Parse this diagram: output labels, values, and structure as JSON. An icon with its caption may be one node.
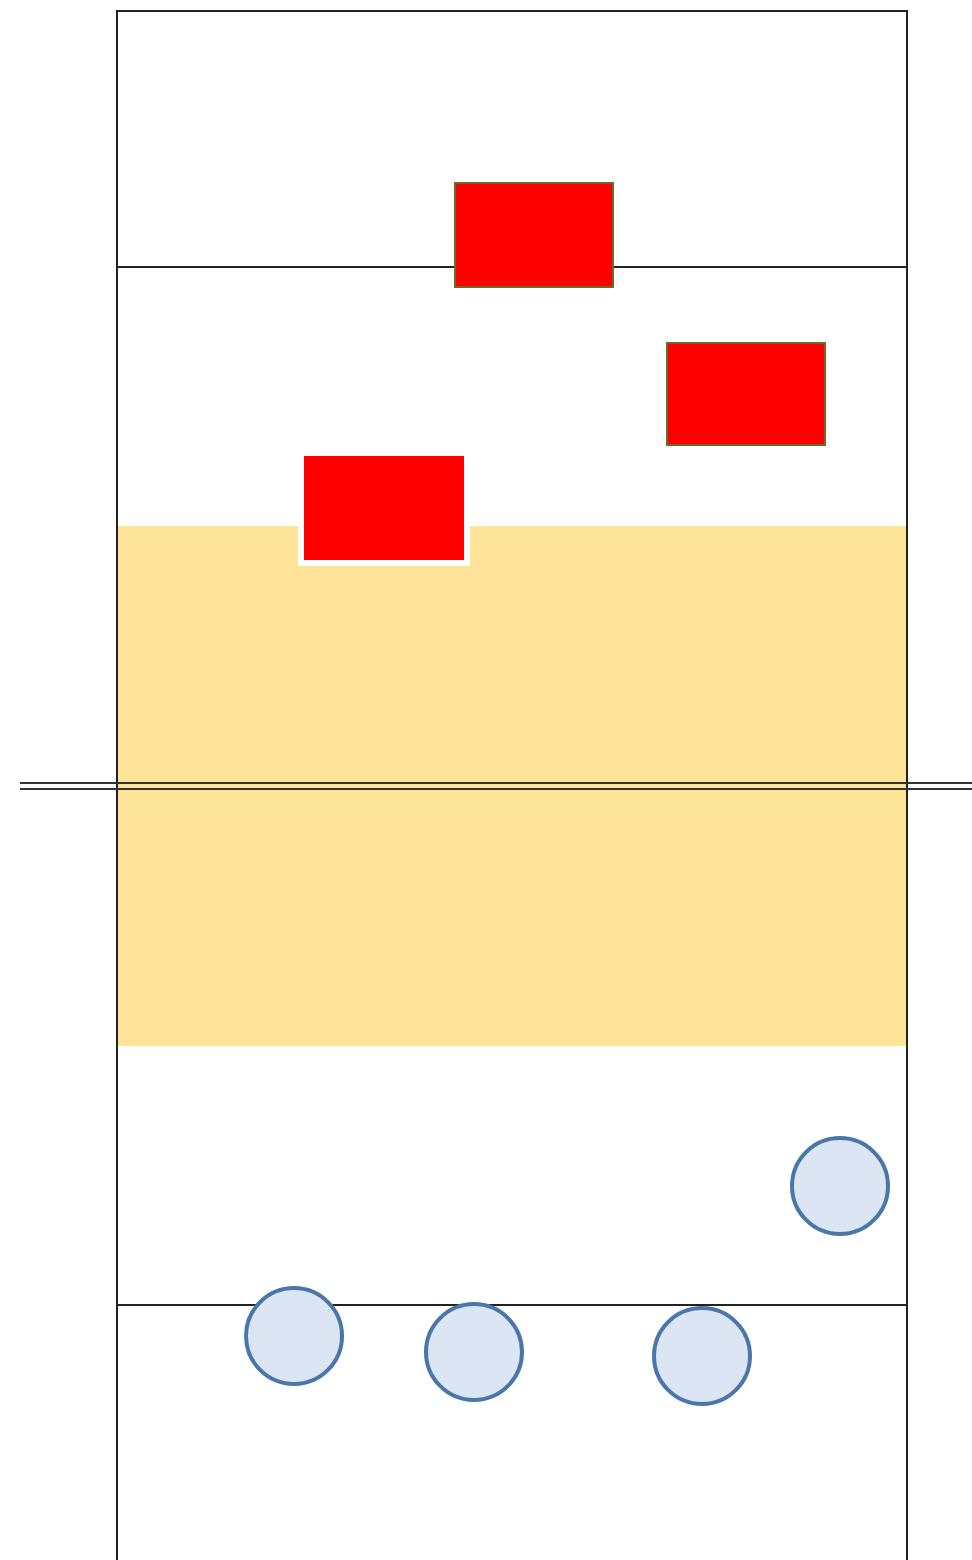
{
  "diagram": {
    "nodes": [
      {
        "text": [],
        "shape": "box"
      },
      {
        "text": [],
        "shape": "box"
      },
      {
        "text": [],
        "shape": "box"
      },
      {
        "text": [],
        "shape": "circle"
      },
      {
        "text": [],
        "shape": "circle"
      },
      {
        "text": [],
        "shape": "circle"
      },
      {
        "text": [],
        "shape": "circle"
      }
    ]
  }
}
